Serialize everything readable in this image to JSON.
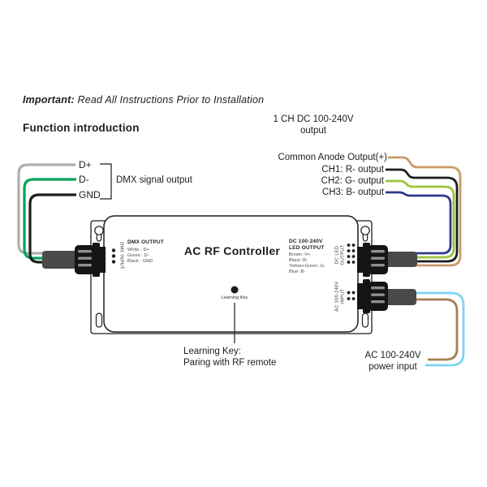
{
  "header": {
    "important_label": "Important:",
    "important_text": " Read All Instructions Prior to Installation",
    "section_title": "Function introduction"
  },
  "dmx_out": {
    "note": "DMX signal output",
    "wires": [
      {
        "label": "D+",
        "color": "#aeaeae"
      },
      {
        "label": "D-",
        "color": "#00a45c"
      },
      {
        "label": "GND",
        "color": "#1d1d1b"
      }
    ]
  },
  "led_out": {
    "title_line1": "1 CH DC 100-240V",
    "title_line2": "output",
    "wires": [
      {
        "label": "Common Anode Output(+)",
        "color": "#c99a67"
      },
      {
        "label": "CH1: R- output",
        "color": "#1d1d1b"
      },
      {
        "label": "CH2: G- output",
        "color": "#9ac43c"
      },
      {
        "label": "CH3: B- output",
        "color": "#2e3a8c"
      }
    ]
  },
  "ac_in": {
    "label_line1": "AC 100-240V",
    "label_line2": "power input",
    "wire_live_color": "#a87c52",
    "wire_neutral_color": "#7fd4f2"
  },
  "device": {
    "title": "AC RF Controller",
    "dmx_input_port": "DMX INPUT",
    "dmx_output_panel": {
      "title": "DMX OUTPUT",
      "lines": [
        "White : D+",
        "Green : D-",
        "Black : GND"
      ]
    },
    "led_output_panel": {
      "title_line1": "DC 100-240V",
      "title_line2": "LED OUTPUT",
      "lines": [
        "Brown :V+",
        "Black :R-",
        "Yellow+Green :G-",
        "Blue :B-"
      ]
    },
    "dc_led_port_line1": "DC LED",
    "dc_led_port_line2": "OUTPUT",
    "ac_port_line1": "AC 100-240V",
    "ac_port_line2": "INPUT",
    "learning_key": "Learning Key"
  },
  "notes": {
    "learning_line1": "Learning Key:",
    "learning_line2": "Paring with RF remote"
  }
}
